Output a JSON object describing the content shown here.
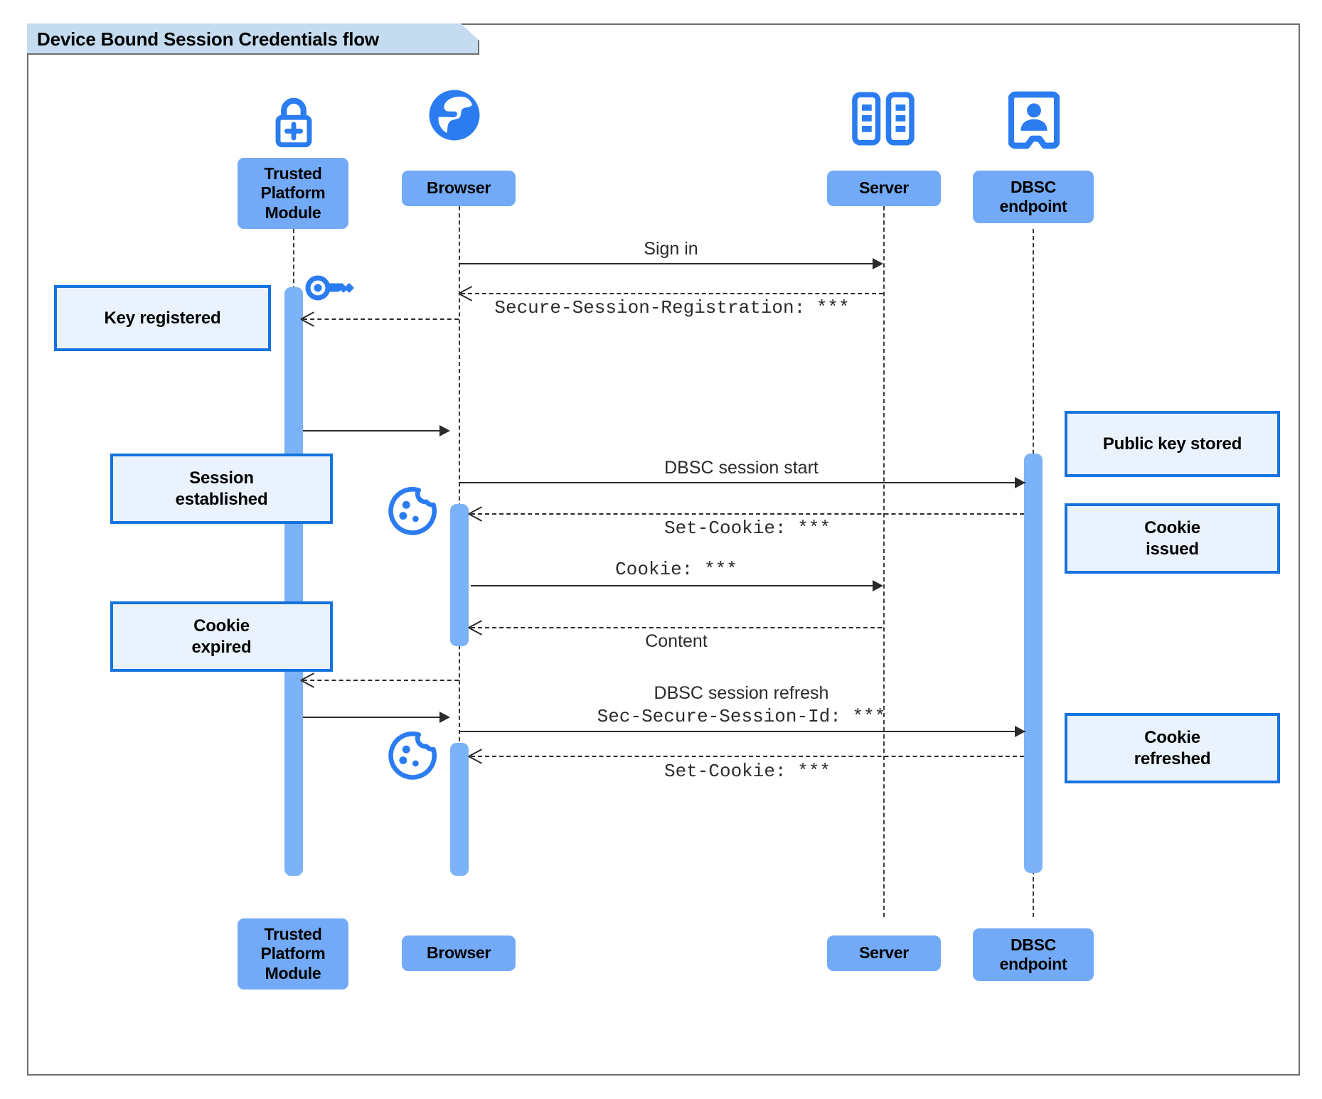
{
  "diagram": {
    "title": "Device Bound Session Credentials flow",
    "type": "uml-sequence-diagram",
    "colors": {
      "participant_fill": "#72aaf7",
      "note_fill": "#eaf2fd",
      "note_border": "#1673dd",
      "activation_fill": "#7cb2f7",
      "icon_blue": "#2b7cf0",
      "frame_border": "#6d6d6d",
      "title_tab_fill": "#c5dcf0",
      "line_color": "#2b2b2b"
    }
  },
  "participants": [
    {
      "id": "tpm",
      "label": "Trusted\nPlatform\nModule",
      "label_line1": "Trusted",
      "label_line2": "Platform",
      "label_line3": "Module",
      "icon": "lock-plus-icon"
    },
    {
      "id": "browser",
      "label": "Browser",
      "icon": "globe-icon"
    },
    {
      "id": "server",
      "label": "Server",
      "icon": "server-rack-icon"
    },
    {
      "id": "dbsc",
      "label": "DBSC\nendpoint",
      "label_line1": "DBSC",
      "label_line2": "endpoint",
      "icon": "id-badge-icon"
    }
  ],
  "messages": [
    {
      "id": "m1",
      "from": "browser",
      "to": "server",
      "label": "Sign in",
      "style": "solid",
      "font": "sans"
    },
    {
      "id": "m2",
      "from": "server",
      "to": "browser",
      "label": "Secure-Session-Registration: ***",
      "style": "dashed",
      "font": "mono"
    },
    {
      "id": "m3",
      "from": "browser",
      "to": "tpm",
      "label": "",
      "style": "dashed",
      "font": "sans"
    },
    {
      "id": "m4",
      "from": "tpm",
      "to": "browser",
      "label": "",
      "style": "solid",
      "font": "sans"
    },
    {
      "id": "m5",
      "from": "browser",
      "to": "dbsc",
      "label": "DBSC session start",
      "style": "solid",
      "font": "sans"
    },
    {
      "id": "m6",
      "from": "dbsc",
      "to": "browser",
      "label": "Set-Cookie: ***",
      "style": "dashed",
      "font": "mono"
    },
    {
      "id": "m7",
      "from": "browser",
      "to": "server",
      "label": "Cookie: ***",
      "style": "solid",
      "font": "mono"
    },
    {
      "id": "m8",
      "from": "server",
      "to": "browser",
      "label": "Content",
      "style": "dashed",
      "font": "sans"
    },
    {
      "id": "m9",
      "from": "browser",
      "to": "tpm",
      "label": "",
      "style": "dashed",
      "font": "sans"
    },
    {
      "id": "m10",
      "from": "tpm",
      "to": "browser",
      "label": "",
      "style": "solid",
      "font": "sans"
    },
    {
      "id": "m11",
      "from": "browser",
      "to": "dbsc",
      "label_line1": "DBSC session refresh",
      "label_line2": "Sec-Secure-Session-Id: ***",
      "style": "solid",
      "font": "mixed"
    },
    {
      "id": "m12",
      "from": "dbsc",
      "to": "browser",
      "label": "Set-Cookie: ***",
      "style": "dashed",
      "font": "mono"
    }
  ],
  "notes": [
    {
      "id": "n1",
      "side": "left",
      "text": "Key registered",
      "line1": "Key registered"
    },
    {
      "id": "n2",
      "side": "left",
      "text": "Session established",
      "line1": "Session",
      "line2": "established"
    },
    {
      "id": "n3",
      "side": "left",
      "text": "Cookie expired",
      "line1": "Cookie",
      "line2": "expired"
    },
    {
      "id": "n4",
      "side": "right",
      "text": "Public key stored",
      "line1": "Public key stored"
    },
    {
      "id": "n5",
      "side": "right",
      "text": "Cookie issued",
      "line1": "Cookie",
      "line2": "issued"
    },
    {
      "id": "n6",
      "side": "right",
      "text": "Cookie refreshed",
      "line1": "Cookie",
      "line2": "refreshed"
    }
  ],
  "inline_icons": [
    {
      "id": "key1",
      "name": "key-icon",
      "near": "tpm-activation-start"
    },
    {
      "id": "cookie1",
      "name": "cookie-icon",
      "near": "browser-activation-set-cookie"
    },
    {
      "id": "cookie2",
      "name": "cookie-icon",
      "near": "browser-activation-set-cookie-refresh"
    }
  ]
}
